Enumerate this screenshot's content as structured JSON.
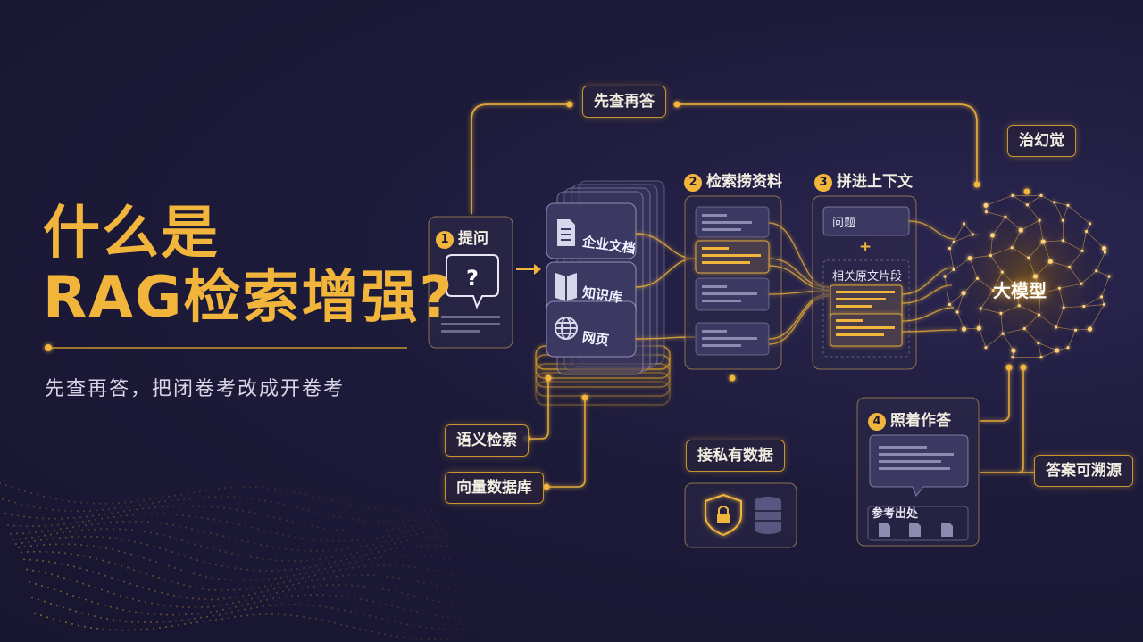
{
  "title": {
    "line1": "什么是",
    "line2": "RAG检索增强?"
  },
  "subtitle": "先查再答，把闭卷考改成开卷考",
  "labels": {
    "top_flow": "先查再答",
    "anti_hallucination": "治幻觉",
    "semantic_search": "语义检索",
    "vector_db": "向量数据库",
    "private_data": "接私有数据",
    "traceable": "答案可溯源"
  },
  "steps": [
    {
      "num": "1",
      "label": "提问"
    },
    {
      "num": "2",
      "label": "检索捞资料"
    },
    {
      "num": "3",
      "label": "拼进上下文"
    },
    {
      "num": "4",
      "label": "照着作答"
    }
  ],
  "sources": [
    "企业文档",
    "知识库",
    "网页"
  ],
  "context": {
    "question": "问题",
    "plus": "+",
    "snippets": "相关原文片段"
  },
  "answer": {
    "references": "参考出处"
  },
  "model": "大模型",
  "colors": {
    "accent": "#f2b53c",
    "background": "#1c1a36",
    "text": "#f1ede0"
  },
  "icons": [
    "question-bubble-icon",
    "document-icon",
    "book-icon",
    "globe-icon",
    "shield-lock-icon",
    "database-icon",
    "file-icon"
  ]
}
